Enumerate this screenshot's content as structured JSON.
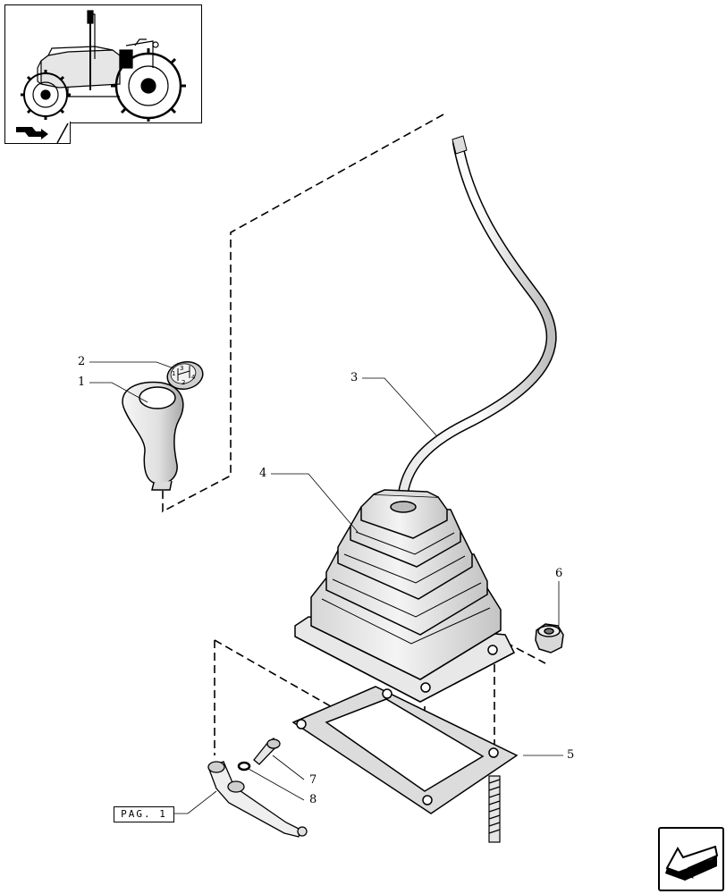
{
  "callouts": {
    "c1": "1",
    "c2": "2",
    "c3": "3",
    "c4": "4",
    "c5": "5",
    "c6": "6",
    "c7": "7",
    "c8": "8"
  },
  "page_reference": "PAG. 1",
  "knob_pattern": {
    "g1": "1",
    "g2": "2",
    "g3": "3",
    "g4": "4"
  },
  "icons": {
    "thumbnail": "tractor-thumbnail-icon",
    "section": "section-arrow-icon",
    "navigation": "next-page-arrow-icon"
  }
}
